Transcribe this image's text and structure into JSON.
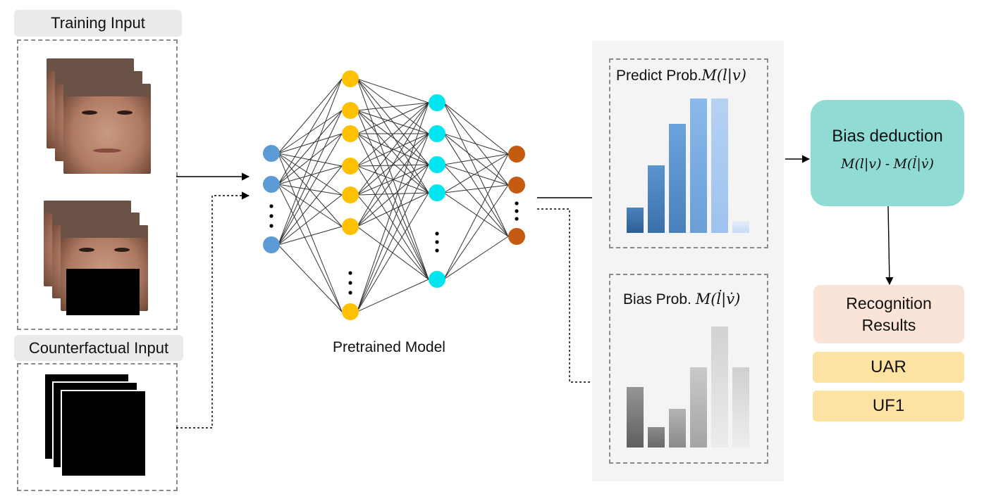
{
  "labels": {
    "training_input": "Training Input",
    "counterfactual_input": "Counterfactual Input",
    "pretrained_model": "Pretrained Model",
    "predict_prob_text": "Predict Prob.",
    "predict_prob_math": "M(l|v)",
    "bias_prob_text": "Bias Prob. ",
    "bias_prob_math": "M(l̇|v̇)",
    "bias_deduction": "Bias deduction",
    "bias_formula_a": "M(l|v)",
    "bias_formula_sep": " - ",
    "bias_formula_b": "M(l̇|v̇)",
    "recognition_line1": "Recognition",
    "recognition_line2": "Results",
    "metric_uar": "UAR",
    "metric_uf1": "UF1"
  },
  "colors": {
    "input_layer": "#5b9bd5",
    "hidden_layer_1": "#ffc000",
    "hidden_layer_2": "#00e5f0",
    "output_layer": "#c55a11",
    "bias_box": "#90dcd4",
    "recognition_box": "#f9e4d7",
    "metric_box": "#fde2a2"
  },
  "chart_data": [
    {
      "type": "bar",
      "name_hint": "predict_prob",
      "values": [
        19,
        50,
        81,
        100,
        100,
        9
      ],
      "ylim": [
        0,
        100
      ]
    },
    {
      "type": "bar",
      "name_hint": "bias_prob",
      "values": [
        50,
        17,
        32,
        66,
        100,
        66
      ],
      "ylim": [
        0,
        100
      ]
    }
  ]
}
